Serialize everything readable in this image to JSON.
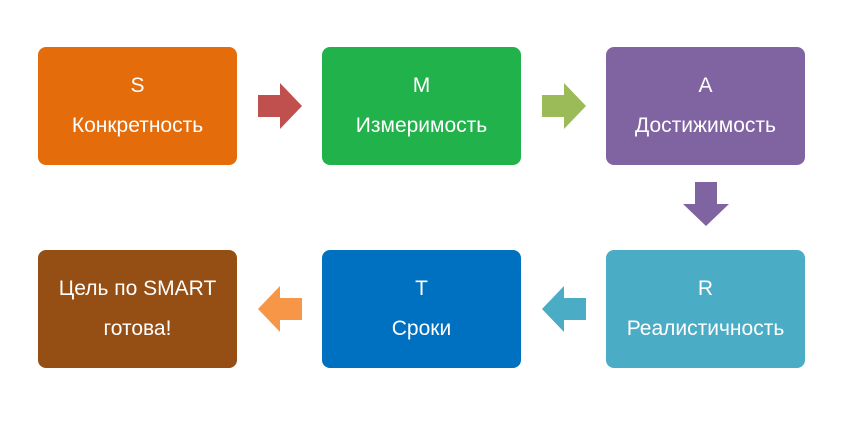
{
  "boxes": [
    {
      "letter": "S",
      "label": "Конкретность",
      "color": "#e46c0a"
    },
    {
      "letter": "M",
      "label": "Измеримость",
      "color": "#21b24c"
    },
    {
      "letter": "A",
      "label": "Достижимость",
      "color": "#8064a2"
    },
    {
      "letter": "R",
      "label": "Реалистичность",
      "color": "#4bacc6"
    },
    {
      "letter": "T",
      "label": "Сроки",
      "color": "#0070c0"
    }
  ],
  "goal": {
    "line1": "Цель по SMART",
    "line2": "готова!",
    "color": "#954f14"
  },
  "arrows": [
    {
      "direction": "right",
      "color": "#c0504d"
    },
    {
      "direction": "right",
      "color": "#9bbb59"
    },
    {
      "direction": "down",
      "color": "#8064a2"
    },
    {
      "direction": "left",
      "color": "#4bacc6"
    },
    {
      "direction": "left",
      "color": "#f79646"
    }
  ]
}
